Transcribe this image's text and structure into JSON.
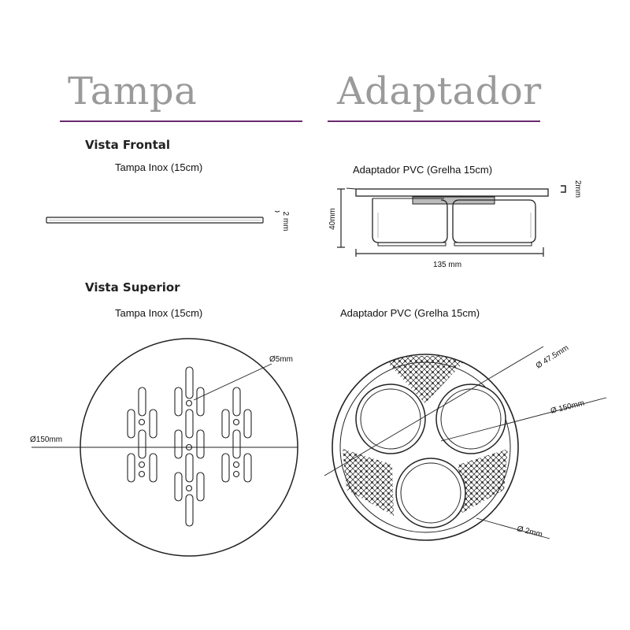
{
  "titles": {
    "left": "Tampa",
    "right": "Adaptador"
  },
  "sections": {
    "front": "Vista Frontal",
    "top": "Vista Superior"
  },
  "captions": {
    "tampa_front": "Tampa Inox (15cm)",
    "adapter_front": "Adaptador PVC (Grelha 15cm)",
    "tampa_top": "Tampa Inox (15cm)",
    "adapter_top": "Adaptador PVC (Grelha 15cm)"
  },
  "dimensions": {
    "tampa_thickness": "2 mm",
    "adapter_height": "40mm",
    "adapter_flange": "2mm",
    "adapter_width": "135 mm",
    "tampa_hole": "Ø5mm",
    "tampa_diameter": "Ø150mm",
    "adapter_opening": "Ø 47.5mm",
    "adapter_diameter": "Ø 150mm",
    "adapter_hole": "Ø 2mm"
  },
  "colors": {
    "accent_rule": "#6a2a6e",
    "title_gray": "#9a9a9a"
  }
}
